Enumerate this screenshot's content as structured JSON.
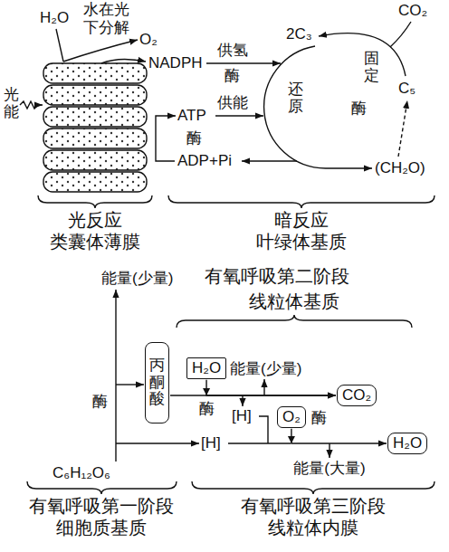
{
  "diagram": {
    "nodes": [
      {
        "text": [
          "丙酮酸"
        ]
      },
      {
        "text": [
          "H₂O"
        ]
      },
      {
        "text": [
          "CO₂"
        ]
      },
      {
        "text": [
          "O₂"
        ]
      },
      {
        "text": [
          "H₂O"
        ]
      }
    ],
    "edges": [
      {
        "from": 0,
        "to": 2,
        "arrow": "to"
      },
      {
        "from": 1,
        "to": 2,
        "arrow": "to"
      },
      {
        "from": 3,
        "to": 4,
        "arrow": "to"
      }
    ],
    "labels": [
      "H₂O",
      "水在光下分解",
      "O₂",
      "NADPH",
      "供氢",
      "酶",
      "2C₃",
      "CO₂",
      "固定",
      "C₅",
      "光能",
      "ATP",
      "供能",
      "还原",
      "酶",
      "酶",
      "ADP+Pi",
      "(CH₂O)",
      "光反应",
      "类囊体薄膜",
      "暗反应",
      "叶绿体基质",
      "能量(少量)",
      "有氧呼吸第二阶段",
      "线粒体基质",
      "能量(少量)",
      "酶",
      "酶",
      "[H]",
      "[H]",
      "酶",
      "能量(大量)",
      "C₆H₁₂O₆",
      "有氧呼吸第一阶段",
      "细胞质基质",
      "有氧呼吸第三阶段",
      "线粒体内膜"
    ]
  }
}
